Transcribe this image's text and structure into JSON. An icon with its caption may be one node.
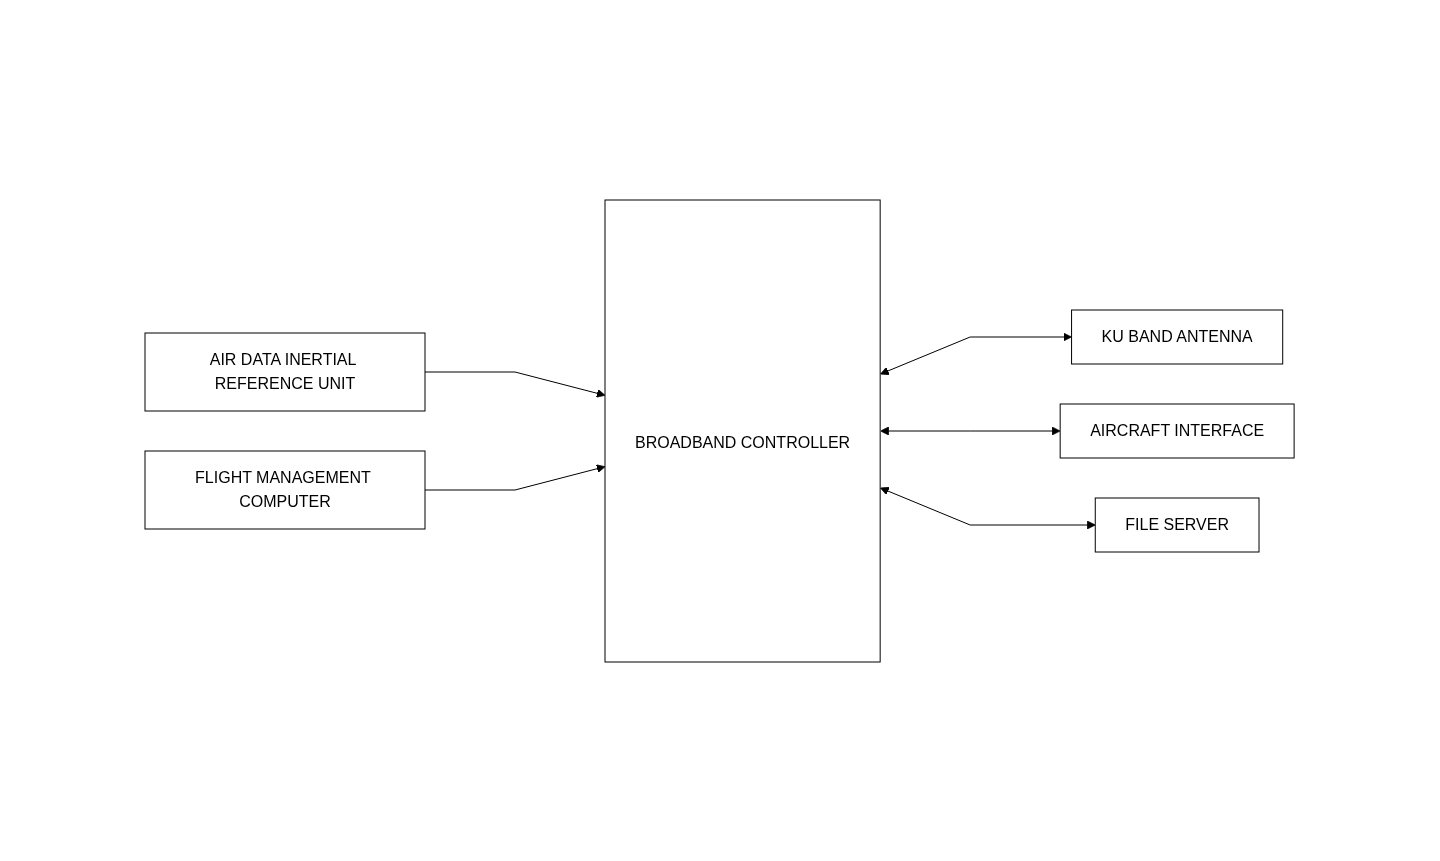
{
  "diagram": {
    "nodes": [
      {
        "text": [
          "AIR DATA INERTIAL REFERENCE UNIT"
        ]
      },
      {
        "text": [
          "FLIGHT MANAGEMENT COMPUTER"
        ]
      },
      {
        "text": [
          "BROADBAND CONTROLLER"
        ]
      },
      {
        "text": [
          "KU BAND ANTENNA"
        ]
      },
      {
        "text": [
          "AIRCRAFT INTERFACE"
        ]
      },
      {
        "text": [
          "FILE SERVER"
        ]
      }
    ],
    "edges": [
      {
        "from": 0,
        "to": 2,
        "arrow": "to"
      },
      {
        "from": 1,
        "to": 2,
        "arrow": "to"
      },
      {
        "from": 2,
        "to": 3,
        "arrow": "both"
      },
      {
        "from": 2,
        "to": 4,
        "arrow": "both"
      },
      {
        "from": 2,
        "to": 5,
        "arrow": "both"
      }
    ]
  }
}
